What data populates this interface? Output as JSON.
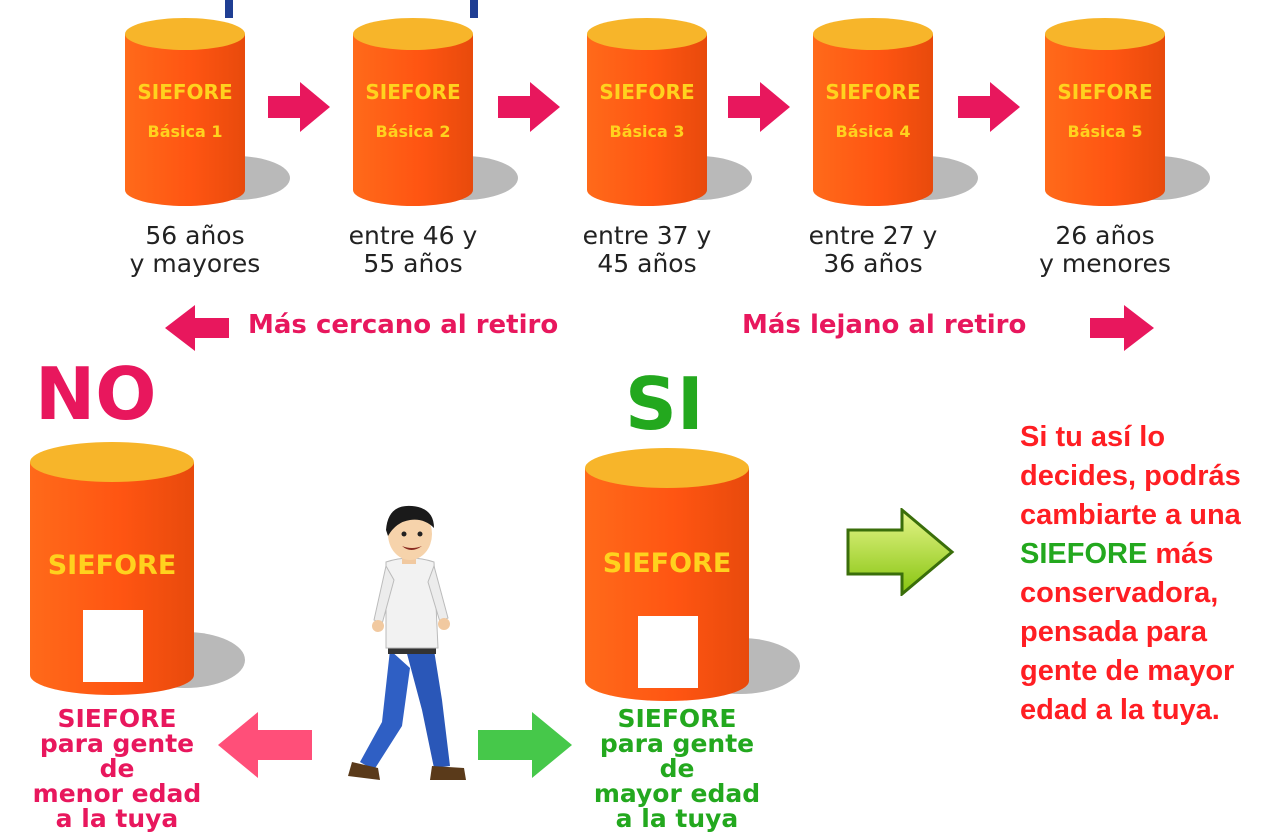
{
  "stages": [
    {
      "line1": "SIEFORE",
      "line2": "Básica 1",
      "age1": "56 años",
      "age2": "y mayores"
    },
    {
      "line1": "SIEFORE",
      "line2": "Básica 2",
      "age1": "entre 46 y",
      "age2": "55 años"
    },
    {
      "line1": "SIEFORE",
      "line2": "Básica 3",
      "age1": "entre 37 y",
      "age2": "45 años"
    },
    {
      "line1": "SIEFORE",
      "line2": "Básica 4",
      "age1": "entre 27 y",
      "age2": "36 años"
    },
    {
      "line1": "SIEFORE",
      "line2": "Básica 5",
      "age1": "26 años",
      "age2": "y menores"
    }
  ],
  "direction": {
    "closer": "Más cercano al retiro",
    "farther": "Más lejano al retiro"
  },
  "no": {
    "heading": "NO",
    "label": "SIEFORE",
    "caption": [
      "SIEFORE",
      "para gente de",
      "menor edad",
      "a la tuya"
    ]
  },
  "si": {
    "heading": "SI",
    "label": "SIEFORE",
    "caption": [
      "SIEFORE",
      "para gente de",
      "mayor edad",
      "a la tuya"
    ]
  },
  "description": {
    "part1": "Si tu así lo decides, podrás cambiarte a una",
    "highlight": "SIEFORE",
    "part2": "más conservadora, pensada para gente de mayor edad a la tuya."
  },
  "colors": {
    "cylinder": "#ff5a14",
    "cylinder_top": "#f7b52a",
    "label": "#ffd21e",
    "arrow_pink": "#e8175d",
    "text_red": "#ff1e23",
    "text_green": "#23a81e"
  }
}
